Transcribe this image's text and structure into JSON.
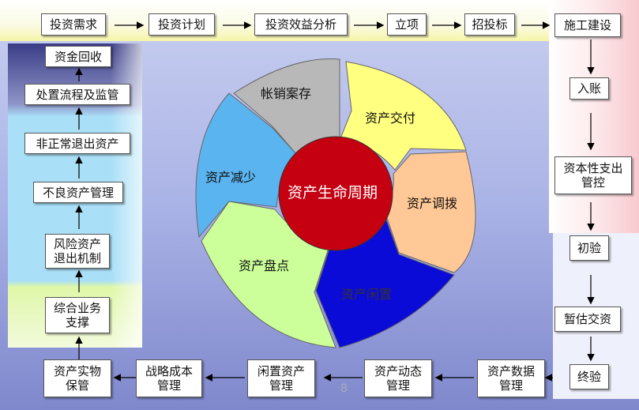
{
  "colors": {
    "top_band": "#ffffff",
    "top_band_edge": "#f6f5a8",
    "right_band": "#f7c9cf",
    "left_band_top": "#3a3d86",
    "left_band_mid": "#a9dff7",
    "left_band_bottom": "#dff7a8",
    "center": "#c40011",
    "seg_writeoff": "#b8b8b8",
    "seg_delivery": "#ffff80",
    "seg_transfer": "#ffc896",
    "seg_idle": "#0b0bd8",
    "seg_inventory": "#ccff99",
    "seg_reduce": "#5ab4f0"
  },
  "top_flow": [
    "投资需求",
    "投资计划",
    "投资效益分析",
    "立项",
    "招投标"
  ],
  "right_flow": [
    "施工建设",
    "入账",
    "资本性支出\n管控",
    "初验",
    "暂估交资",
    "终验"
  ],
  "bottom_flow": [
    "资产数据\n管理",
    "资产动态\n管理",
    "闲置资产\n管理",
    "战略成本\n管理",
    "资产实物\n保管"
  ],
  "left_flow": [
    "综合业务\n支撑",
    "风险资产\n退出机制",
    "不良资产管理",
    "非正常退出资产",
    "处置流程及监管",
    "资金回收"
  ],
  "cycle": {
    "center": "资产生命周期",
    "segments": {
      "writeoff": "帐销案存",
      "delivery": "资产交付",
      "transfer": "资产调拨",
      "idle": "资产闲置",
      "inventory": "资产盘点",
      "reduce": "资产减少"
    }
  },
  "page_number": "8"
}
